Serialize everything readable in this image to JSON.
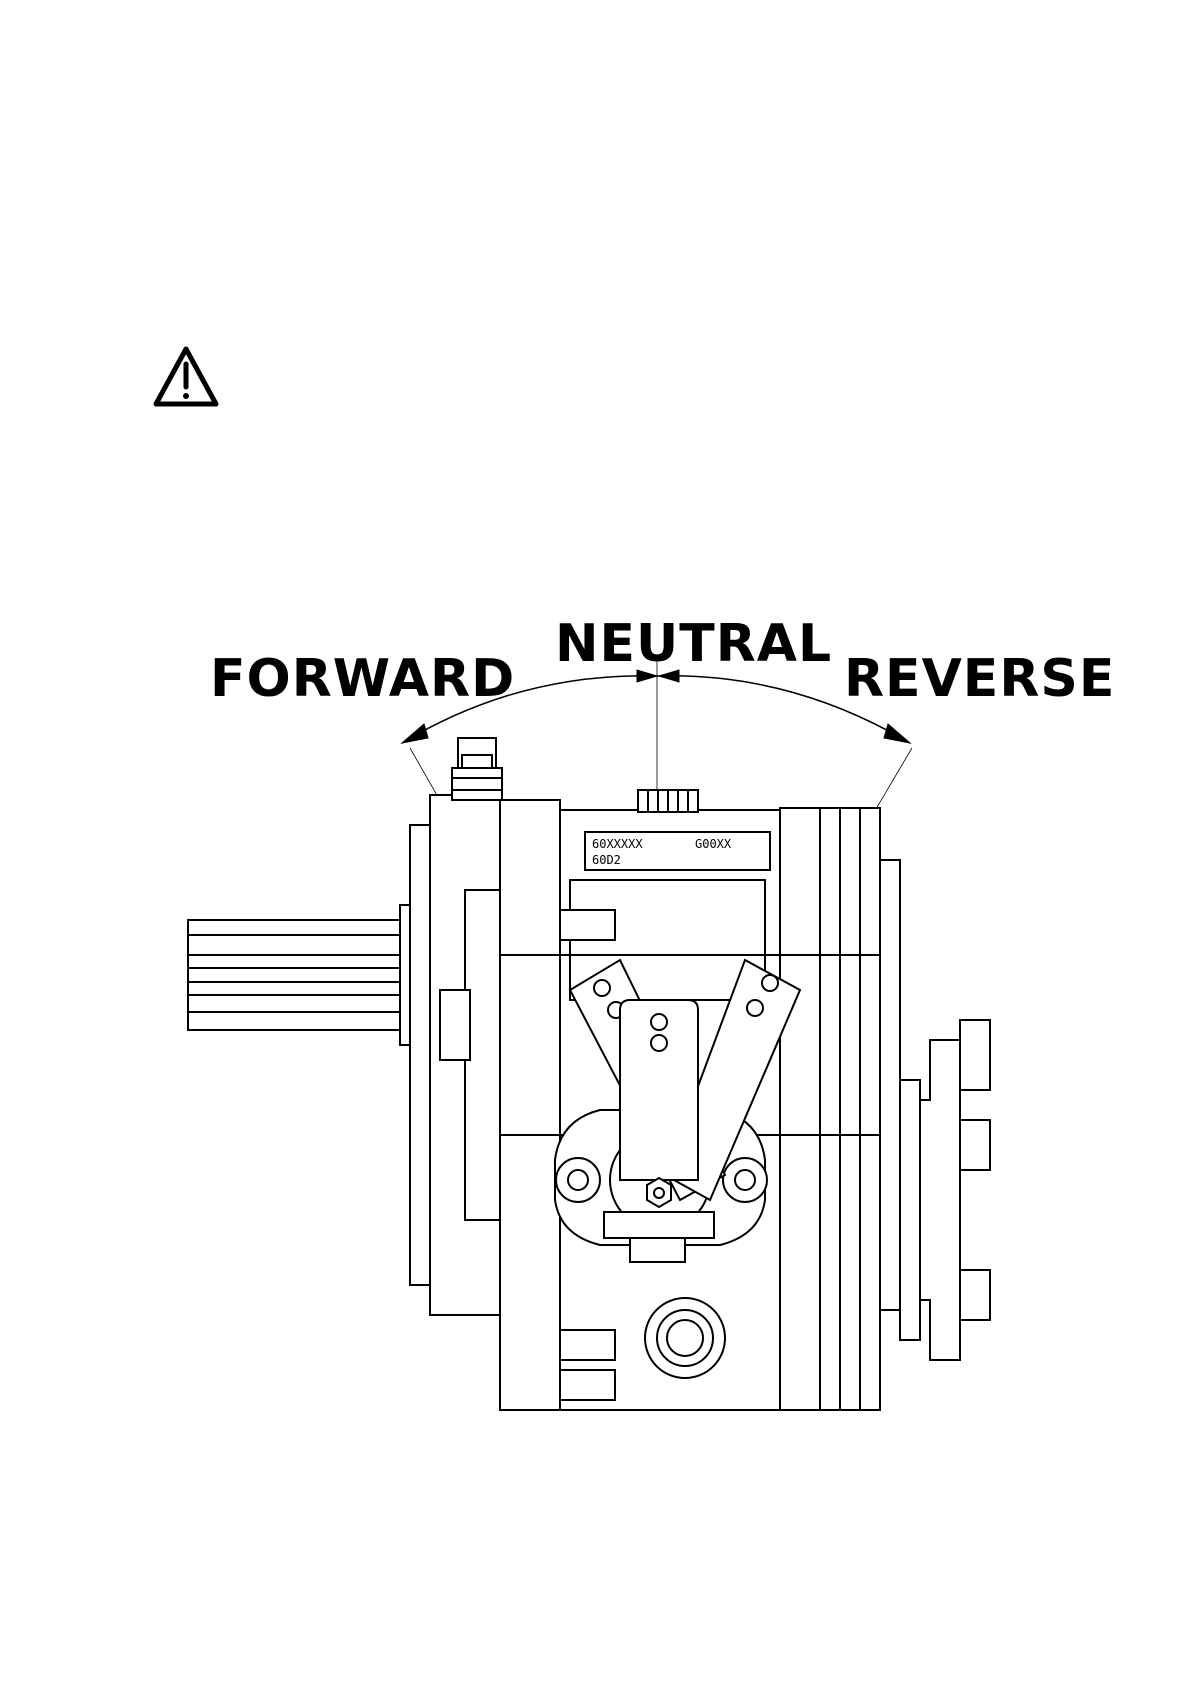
{
  "warning": {
    "icon": "warning-triangle-icon"
  },
  "diagram": {
    "labels": {
      "forward": "FORWARD",
      "neutral": "NEUTRAL",
      "reverse": "REVERSE"
    },
    "nameplate": {
      "line1_left": "60XXXXX",
      "line1_right": "G00XX",
      "line2": "60D2"
    }
  }
}
